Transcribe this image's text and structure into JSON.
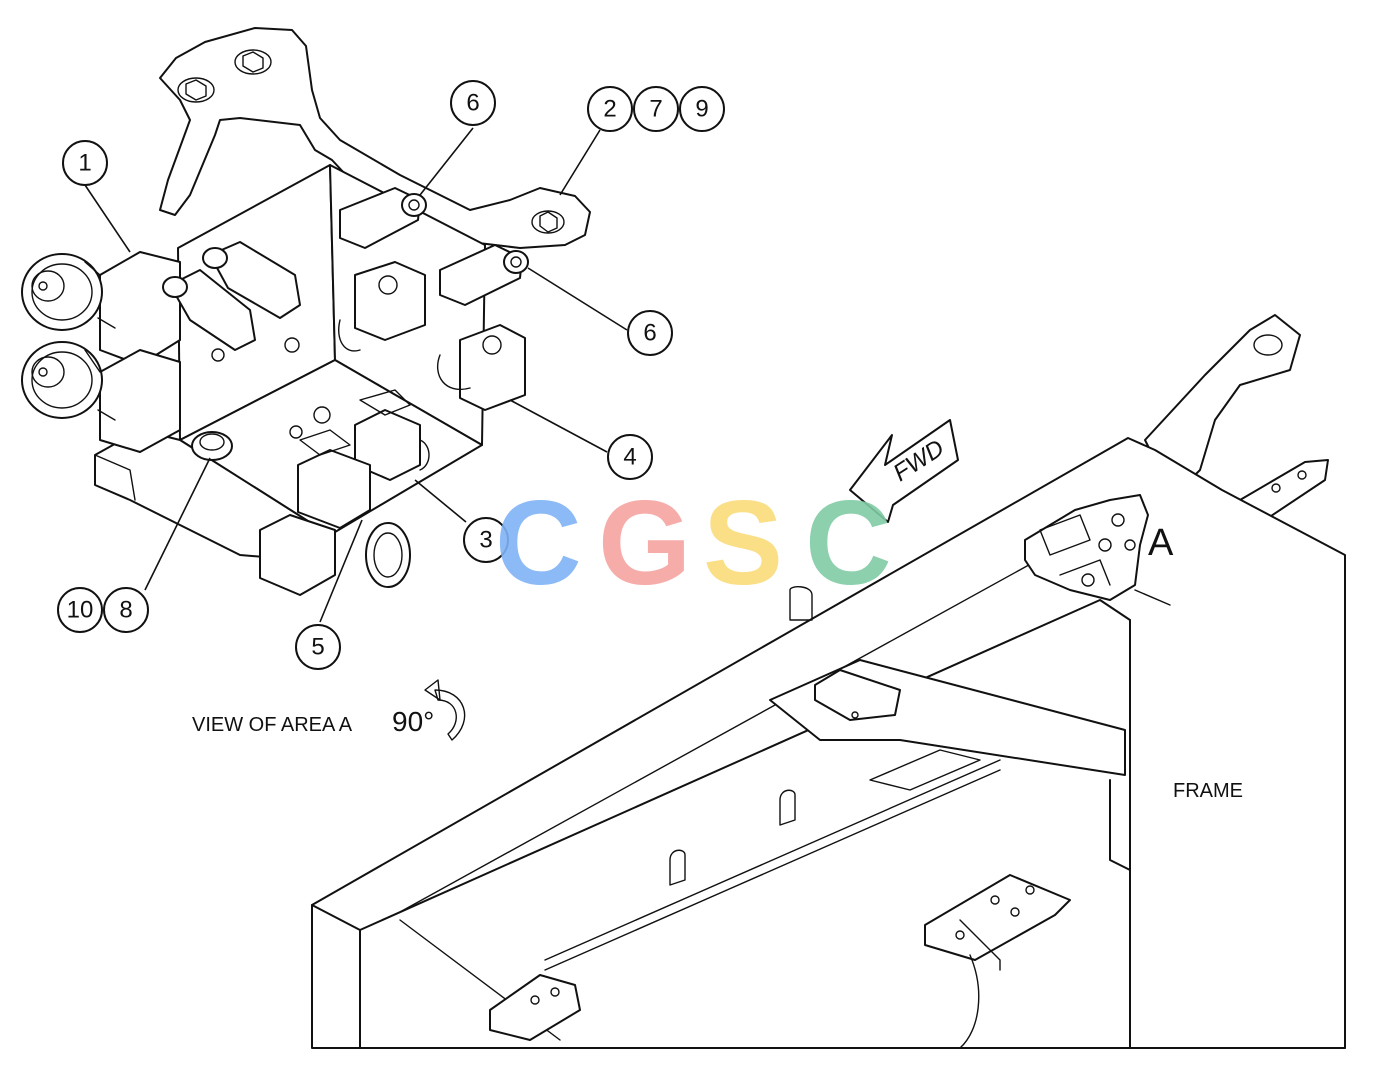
{
  "view_label": "VIEW OF AREA A",
  "rotation_label": "90°",
  "area_label": "A",
  "frame_label": "FRAME",
  "fwd_label": "FWD",
  "watermark": {
    "text": "CGSC",
    "letter_colors": [
      "#7fb2f5",
      "#f5a3a0",
      "#f9dc7a",
      "#7fcba4"
    ]
  },
  "callouts": [
    {
      "id": "callout-1",
      "labels": [
        "1"
      ]
    },
    {
      "id": "callout-6-top",
      "labels": [
        "6"
      ]
    },
    {
      "id": "callout-2-7-9",
      "labels": [
        "2",
        "7",
        "9"
      ]
    },
    {
      "id": "callout-6-right",
      "labels": [
        "6"
      ]
    },
    {
      "id": "callout-4",
      "labels": [
        "4"
      ]
    },
    {
      "id": "callout-3",
      "labels": [
        "3"
      ]
    },
    {
      "id": "callout-5",
      "labels": [
        "5"
      ]
    },
    {
      "id": "callout-10-8",
      "labels": [
        "10",
        "8"
      ]
    }
  ]
}
